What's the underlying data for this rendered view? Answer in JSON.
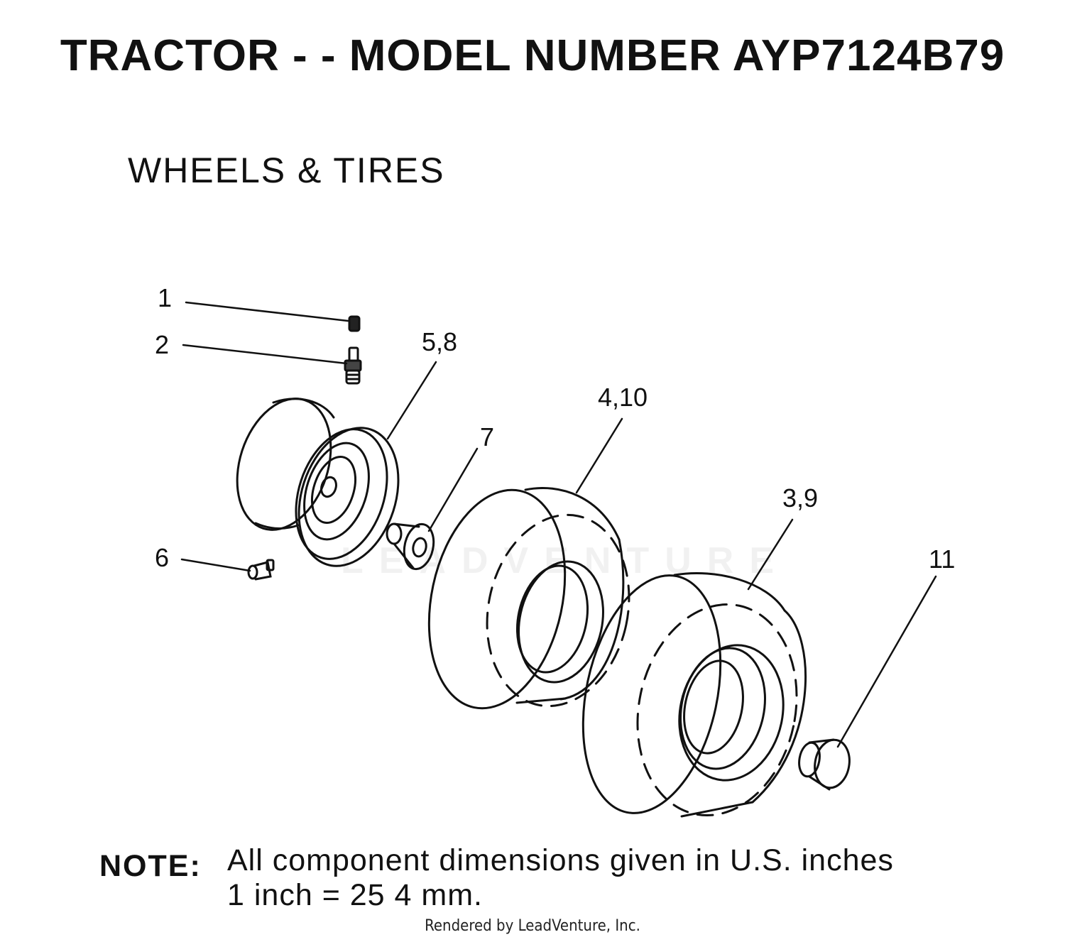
{
  "header": {
    "title": "TRACTOR - - MODEL NUMBER AYP7124B79",
    "section": "WHEELS & TIRES"
  },
  "callouts": {
    "c1": "1",
    "c2": "2",
    "c58": "5,8",
    "c7": "7",
    "c410": "4,10",
    "c39": "3,9",
    "c11": "11",
    "c6": "6"
  },
  "note": {
    "label": "NOTE:",
    "line1": "All component dimensions given in U.S. inches",
    "line2": "1 inch = 25 4 mm."
  },
  "watermark": "LEADVENTURE",
  "footer": {
    "credit": "Rendered by LeadVenture, Inc."
  }
}
